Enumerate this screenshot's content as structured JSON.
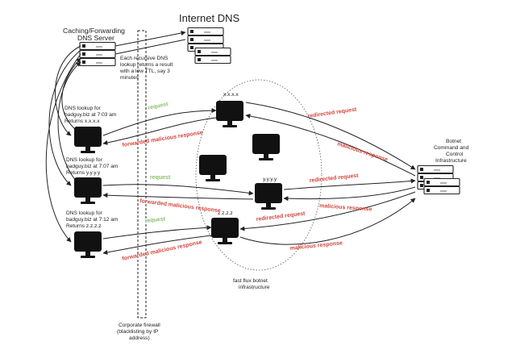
{
  "titles": {
    "internet_dns": "Internet DNS",
    "caching_line1": "Caching/Forwarding",
    "caching_line2": "DNS  Server"
  },
  "note": [
    "Each recursive DNS",
    "lookup returns a result",
    "with a low TTL, say 3",
    "minutes"
  ],
  "lookups": [
    {
      "line1": "DNS lookup for",
      "line2": "badguy.biz at 7:03 am",
      "line3": "Returns x.x.x.x"
    },
    {
      "line1": "DNS lookup for",
      "line2": "badguy.biz at 7:07 am",
      "line3": "Returns y.y.y.y"
    },
    {
      "line1": "DNS lookup for",
      "line2": "badguy.biz at 7:12 am",
      "line3": "Returns z.z.z.z"
    }
  ],
  "ips": {
    "x": "x.x.x.x",
    "y": "y.y.y.y",
    "z": "z.z.z.z"
  },
  "arrows": {
    "request": "request",
    "forwarded": "forwarded malicious response",
    "redirected": "redirected request",
    "malicious": "malicious response"
  },
  "botnet": [
    "Botnet",
    "Command and",
    "Control",
    "Infrastructure"
  ],
  "flux": [
    "fast flux botnet",
    "infrastructure"
  ],
  "firewall": [
    "Corporate firewall",
    "(blacklisting by IP",
    "address)"
  ],
  "colors": {
    "request": "#8bbf66",
    "response": "#d6453d",
    "ink": "#222222"
  }
}
